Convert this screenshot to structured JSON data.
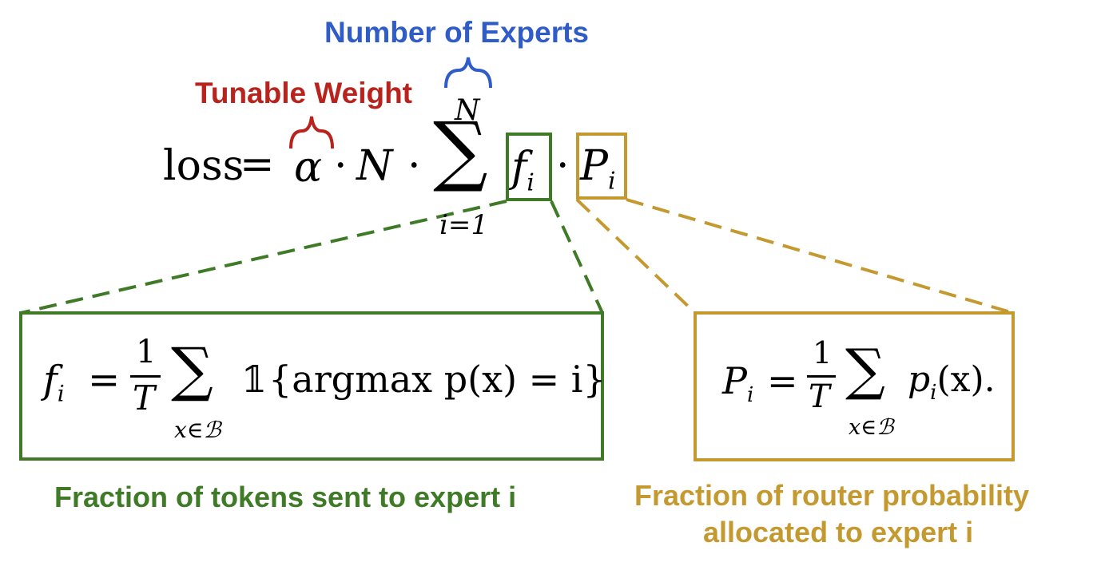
{
  "colors": {
    "red": "#b8231d",
    "blue": "#2f5cc7",
    "green": "#3f7a27",
    "gold": "#c49a30",
    "black": "#000000"
  },
  "labels": {
    "num_experts": "Number of Experts",
    "tunable_weight": "Tunable Weight",
    "fraction_tokens": "Fraction of tokens sent to expert i",
    "fraction_router_line1": "Fraction of router probability",
    "fraction_router_line2": "allocated to expert i"
  },
  "main_eq": {
    "loss": "loss",
    "eq": "=",
    "alpha": "α",
    "dot": "·",
    "N": "N",
    "sigma": "∑",
    "sum_top": "N",
    "sum_bottom": "i=1",
    "f": "f",
    "f_sub": "i",
    "P": "P",
    "P_sub": "i"
  },
  "f_eq": {
    "f": "f",
    "sub": "i",
    "eq": "=",
    "num": "1",
    "den": "T",
    "sigma": "∑",
    "under": "x∈ℬ",
    "indicator": "𝟙",
    "body": "{argmax p(x) = i}"
  },
  "p_eq": {
    "P": "P",
    "sub": "i",
    "eq": "=",
    "num": "1",
    "den": "T",
    "sigma": "∑",
    "under": "x∈ℬ",
    "body": "p",
    "body_sub": "i",
    "body_tail": "(x)."
  }
}
